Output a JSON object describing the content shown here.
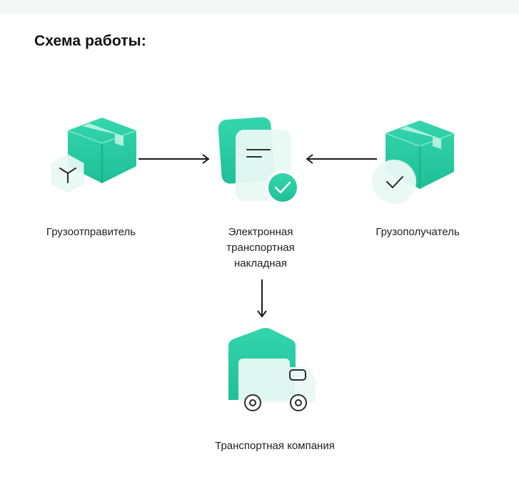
{
  "title": "Схема работы:",
  "nodes": {
    "shipper": {
      "label": "Грузоотправитель"
    },
    "waybill": {
      "label_lines": [
        "Электронная",
        "транспортная",
        "накладная"
      ]
    },
    "consignee": {
      "label": "Грузополучатель"
    },
    "carrier": {
      "label": "Транспортная компания"
    }
  },
  "colors": {
    "accent": "#22c9a0",
    "accent_dark": "#1aa886",
    "glass": "#e8f8f3"
  },
  "icons": {
    "shipper": "box-with-hex-icon",
    "waybill": "document-check-icon",
    "consignee": "box-with-check-icon",
    "carrier": "warehouse-truck-icon"
  }
}
